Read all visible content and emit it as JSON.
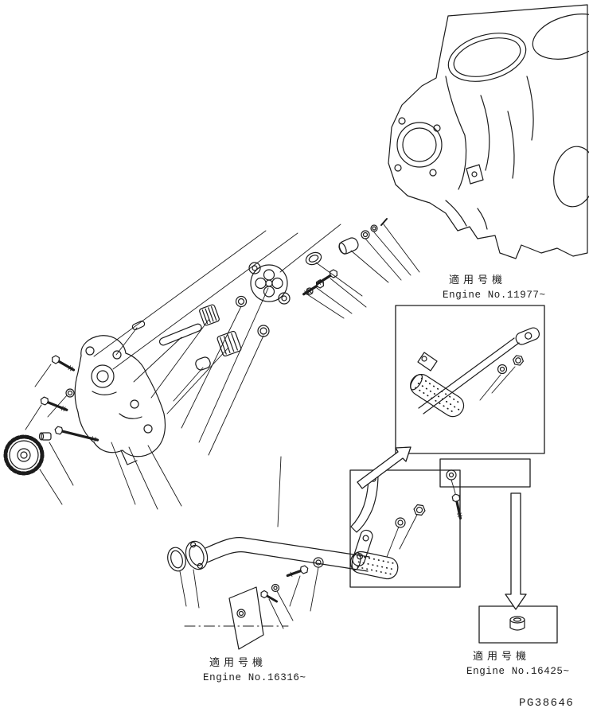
{
  "page": {
    "background": "#ffffff",
    "ink": "#1c1c1c"
  },
  "notes": {
    "tube_detail": {
      "jp": "適用号機",
      "en": "Engine No.11977~"
    },
    "pipe_lower": {
      "jp": "適用号機",
      "en": "Engine No.16316~"
    },
    "nut_detail": {
      "jp": "適用号機",
      "en": "Engine No.16425~"
    }
  },
  "footer": {
    "drawing_number": "PG38646"
  }
}
